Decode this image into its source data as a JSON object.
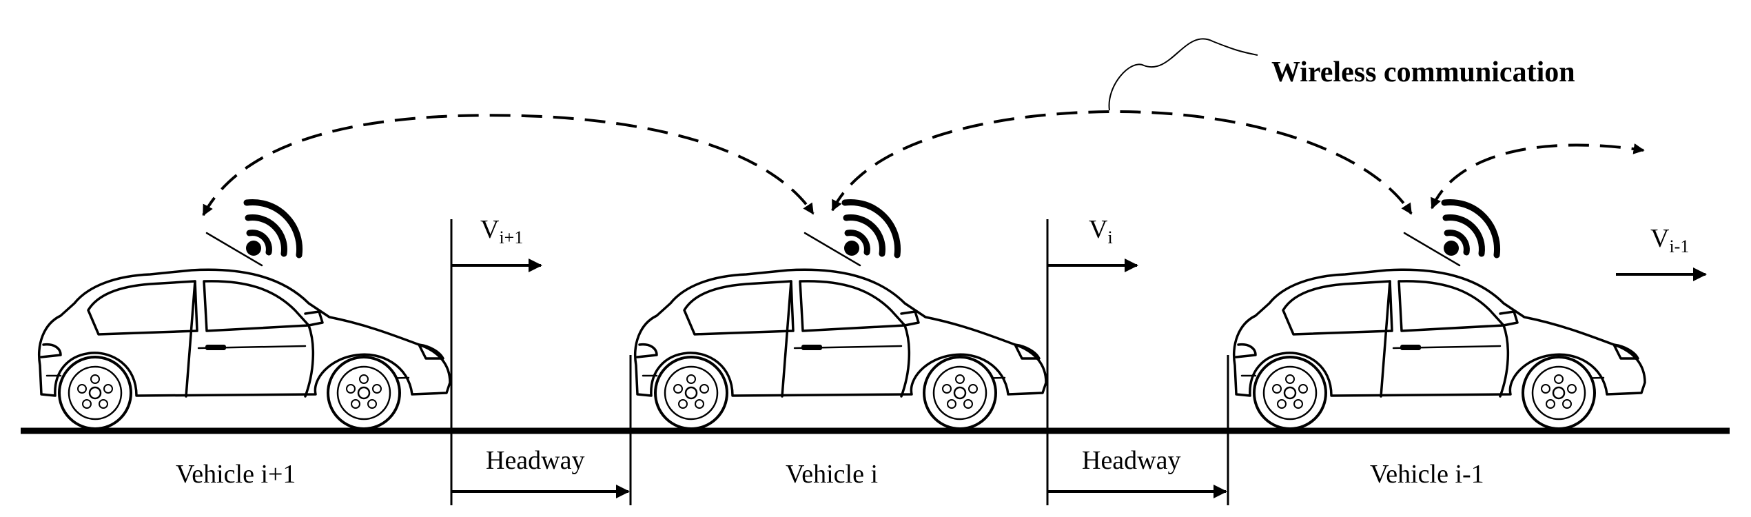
{
  "title": "Wireless communication",
  "vehicles": [
    {
      "label": "Vehicle i+1",
      "velocity_base": "V",
      "velocity_sub": "i+1"
    },
    {
      "label": "Vehicle i",
      "velocity_base": "V",
      "velocity_sub": "i"
    },
    {
      "label": "Vehicle i-1",
      "velocity_base": "V",
      "velocity_sub": "i-1"
    }
  ],
  "headway_labels": [
    "Headway",
    "Headway"
  ],
  "icons": [
    "car-icon",
    "wifi-signal-icon"
  ],
  "colors": {
    "line": "#000000",
    "background": "#ffffff"
  }
}
